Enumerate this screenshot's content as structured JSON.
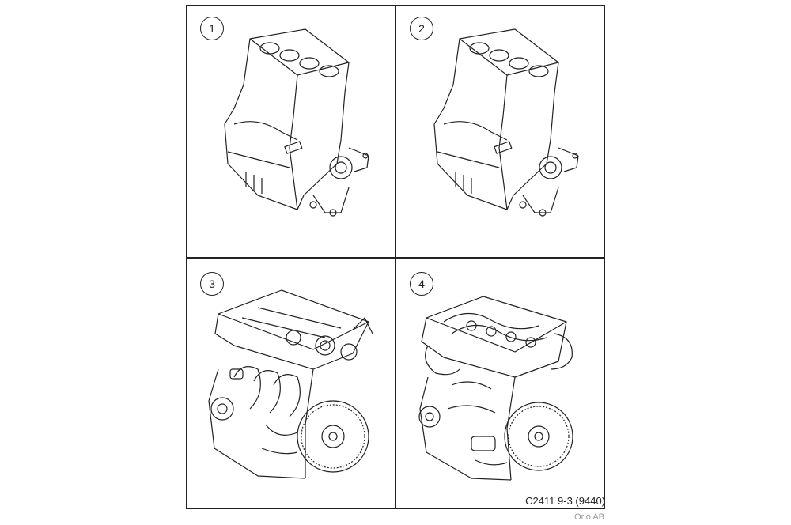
{
  "panels": [
    {
      "number": "1",
      "icon": "engine-block-icon"
    },
    {
      "number": "2",
      "icon": "engine-block-icon"
    },
    {
      "number": "3",
      "icon": "complete-engine-icon"
    },
    {
      "number": "4",
      "icon": "complete-engine-icon"
    }
  ],
  "figure_ref": "C2411 9-3 (9440)",
  "credit": "Orio AB",
  "colors": {
    "line": "#222222",
    "credit": "#9a9a9a"
  }
}
